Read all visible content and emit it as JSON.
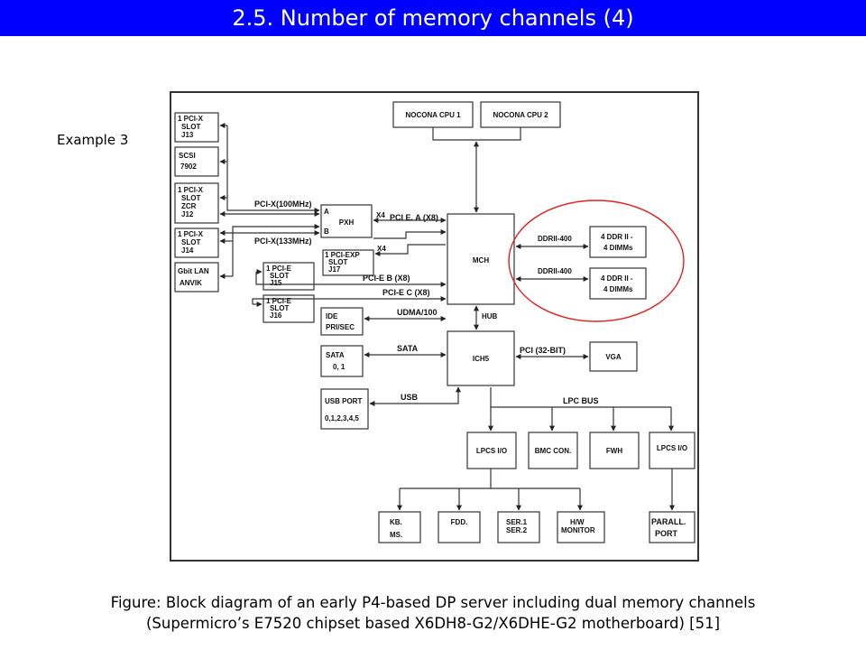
{
  "slide": {
    "title": "2.5.  Number of memory channels (4)",
    "example_label": "Example 3",
    "caption_line1": "Figure: Block diagram of an early P4-based DP server including dual memory channels",
    "caption_line2": "(Supermicro’s E7520 chipset based X6DH8-G2/X6DHE-G2 motherboard) [51]"
  },
  "diagram": {
    "cpu1": "NOCONA CPU 1",
    "cpu2": "NOCONA CPU 2",
    "pcix_slot_j13": [
      "1 PCI-X",
      "SLOT",
      "J13"
    ],
    "scsi": [
      "SCSI",
      "7902"
    ],
    "pcix_slot_zcr": [
      "1 PCI-X",
      "SLOT",
      "ZCR",
      "J12"
    ],
    "pcix_slot_j14": [
      "1 PCI-X",
      "SLOT",
      "J14"
    ],
    "gbit_lan": [
      "Gbit LAN",
      "ANVIK"
    ],
    "pxh": "PXH",
    "pxh_port_a": "A",
    "pxh_port_b": "B",
    "bus_pcix_100": "PCI-X(100MHz)",
    "bus_pcix_133": "PCI-X(133MHz)",
    "x4_top": "X4",
    "x4_bottom": "X4",
    "bus_pcie_a": "PCI E. A (X8)",
    "bus_pcie_b": "PCI-E B (X8)",
    "bus_pcie_c": "PCI-E C (X8)",
    "pcie_exp_slot": [
      "1 PCI-EXP",
      "SLOT",
      "J17"
    ],
    "pcie_slot_j15": [
      "1 PCI-E",
      "SLOT",
      "J15"
    ],
    "pcie_slot_j16": [
      "1 PCI-E",
      "SLOT",
      "J16"
    ],
    "mch": "MCH",
    "ddr_bus_1": "DDRII-400",
    "ddr_bus_2": "DDRII-400",
    "ddr_bank_1": [
      "4 DDR II -",
      "4 DIMMs"
    ],
    "ddr_bank_2": [
      "4 DDR II -",
      "4 DIMMs"
    ],
    "hub": "HUB",
    "ide": [
      "IDE",
      "PRI/SEC"
    ],
    "bus_udma": "UDMA/100",
    "sata": [
      "SATA",
      "0, 1"
    ],
    "bus_sata": "SATA",
    "usb_port": [
      "USB PORT",
      "0,1,2,3,4,5"
    ],
    "bus_usb": "USB",
    "ich5": "ICH5",
    "bus_pci32": "PCI (32-BIT)",
    "vga": "VGA",
    "bus_lpc": "LPC BUS",
    "lpc_io_1": "LPCS I/O",
    "bmc": "BMC CON.",
    "fwh": "FWH",
    "lpc_io_2": "LPCS  I/O",
    "kb_ms": [
      "KB.",
      "MS."
    ],
    "fdd": "FDD.",
    "ser": [
      "SER.1",
      "SER.2"
    ],
    "hw_monitor": [
      "H/W",
      "MONITOR"
    ],
    "parallel_port": [
      "PARALL.",
      "PORT"
    ]
  },
  "colors": {
    "title_bar": "#0000ff",
    "highlight_circle": "#e02020"
  }
}
